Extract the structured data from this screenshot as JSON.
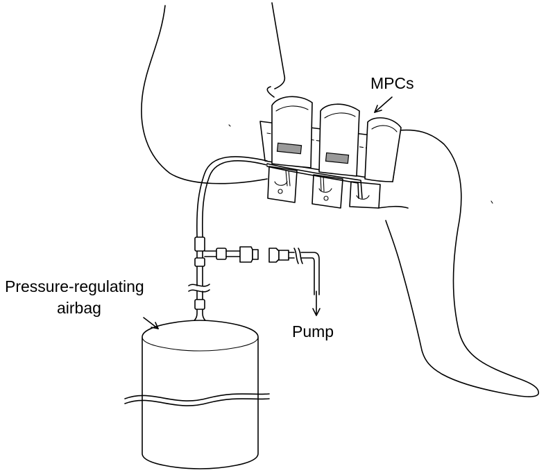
{
  "labels": {
    "mpcs": "MPCs",
    "regulator_line1": "Pressure-regulating",
    "regulator_line2": "airbag",
    "pump": "Pump"
  }
}
